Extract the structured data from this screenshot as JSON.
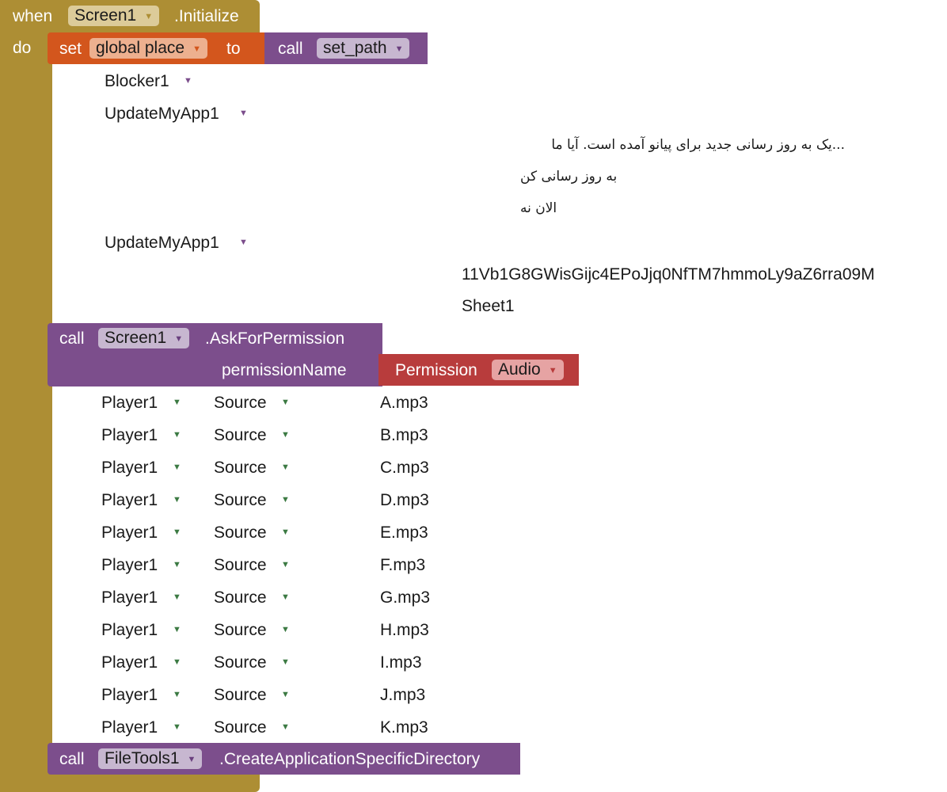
{
  "event": {
    "when_label": "when",
    "component": "Screen1",
    "event_name": ".Initialize",
    "do_label": "do"
  },
  "set_block": {
    "set_label": "set",
    "variable": "global place",
    "to_label": "to",
    "call_label": "call",
    "procedure": "set_path"
  },
  "components": {
    "blocker": "Blocker1",
    "update1": "UpdateMyApp1",
    "update2": "UpdateMyApp1"
  },
  "update_texts": {
    "message": "...یک به روز رسانی جدید برای پیانو آمده است. آیا ما",
    "update_now": "به روز رسانی کن",
    "not_now": "الان نه"
  },
  "sheet": {
    "id": "11Vb1G8GWisGijc4EPoJjq0NfTM7hmmoLy9aZ6rra09M",
    "name": "Sheet1"
  },
  "permission_block": {
    "call_label": "call",
    "component": "Screen1",
    "method": ".AskForPermission",
    "param_label": "permissionName",
    "permission_label": "Permission",
    "permission_value": "Audio"
  },
  "player_rows": [
    {
      "player": "Player1",
      "property": "Source",
      "file": "A.mp3"
    },
    {
      "player": "Player1",
      "property": "Source",
      "file": "B.mp3"
    },
    {
      "player": "Player1",
      "property": "Source",
      "file": "C.mp3"
    },
    {
      "player": "Player1",
      "property": "Source",
      "file": "D.mp3"
    },
    {
      "player": "Player1",
      "property": "Source",
      "file": "E.mp3"
    },
    {
      "player": "Player1",
      "property": "Source",
      "file": "F.mp3"
    },
    {
      "player": "Player1",
      "property": "Source",
      "file": "G.mp3"
    },
    {
      "player": "Player1",
      "property": "Source",
      "file": "H.mp3"
    },
    {
      "player": "Player1",
      "property": "Source",
      "file": "I.mp3"
    },
    {
      "player": "Player1",
      "property": "Source",
      "file": "J.mp3"
    },
    {
      "player": "Player1",
      "property": "Source",
      "file": "K.mp3"
    }
  ],
  "filetools_block": {
    "call_label": "call",
    "component": "FileTools1",
    "method": ".CreateApplicationSpecificDirectory"
  },
  "colors": {
    "event_gold": "#ad8e34",
    "set_orange": "#d3561d",
    "procedure_purple": "#7c4e8c",
    "permission_red": "#b83c3c",
    "property_green": "#3c7a43"
  },
  "icons": {
    "dropdown": "triangle-down-icon"
  }
}
